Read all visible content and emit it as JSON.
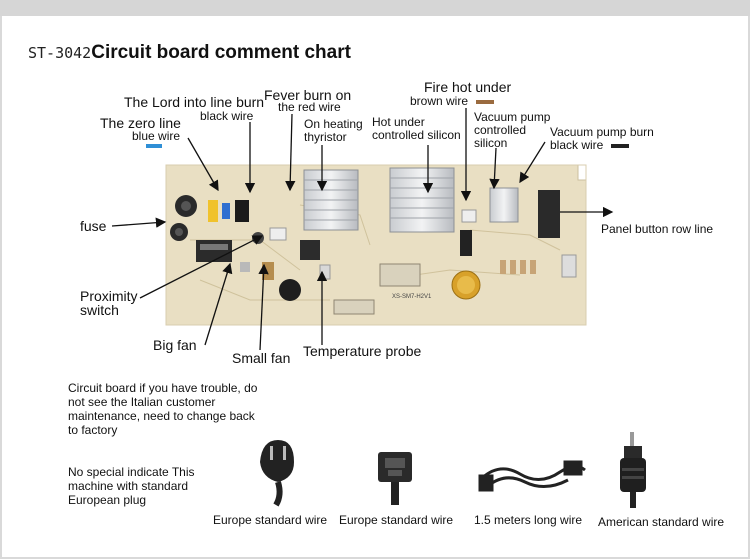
{
  "header": {
    "model": "ST-3042",
    "title": "Circuit board comment chart"
  },
  "board_text": {
    "model_no": "XS-SM7-H2V1"
  },
  "labels": {
    "zero_line": "The zero line",
    "blue_wire": "blue wire",
    "lord_line": "The Lord into line burn",
    "black_wire": "black wire",
    "fever_burn": "Fever burn on",
    "red_wire": "the red wire",
    "on_heating": "On heating",
    "thyristor": "thyristor",
    "hot_under": "Hot under",
    "controlled_silicon": "controlled silicon",
    "fire_hot": "Fire hot under",
    "brown_wire": "brown wire",
    "vac_pump": "Vacuum pump",
    "vac_controlled": "controlled",
    "vac_silicon": "silicon",
    "vac_burn": "Vacuum pump burn",
    "vac_black_wire": "black wire",
    "fuse": "fuse",
    "panel_button": "Panel button row line",
    "proximity": "Proximity",
    "switch": "switch",
    "big_fan": "Big fan",
    "small_fan": "Small fan",
    "temp_probe": "Temperature probe"
  },
  "colors": {
    "blue": "#2f8fd6",
    "brown": "#9a6b3f",
    "black": "#222222"
  },
  "notes": {
    "trouble": "Circuit board if you have trouble, do not see the Italian customer maintenance, need to change back to factory",
    "plug": "No special indicate This machine with standard European plug"
  },
  "plugs": [
    {
      "icon": "schuko-plug-icon",
      "caption": "Europe standard wire"
    },
    {
      "icon": "iec-connector-icon",
      "caption": "Europe standard wire"
    },
    {
      "icon": "coiled-cord-icon",
      "caption": "1.5 meters long wire"
    },
    {
      "icon": "us-plug-icon",
      "caption": "American standard wire"
    }
  ]
}
